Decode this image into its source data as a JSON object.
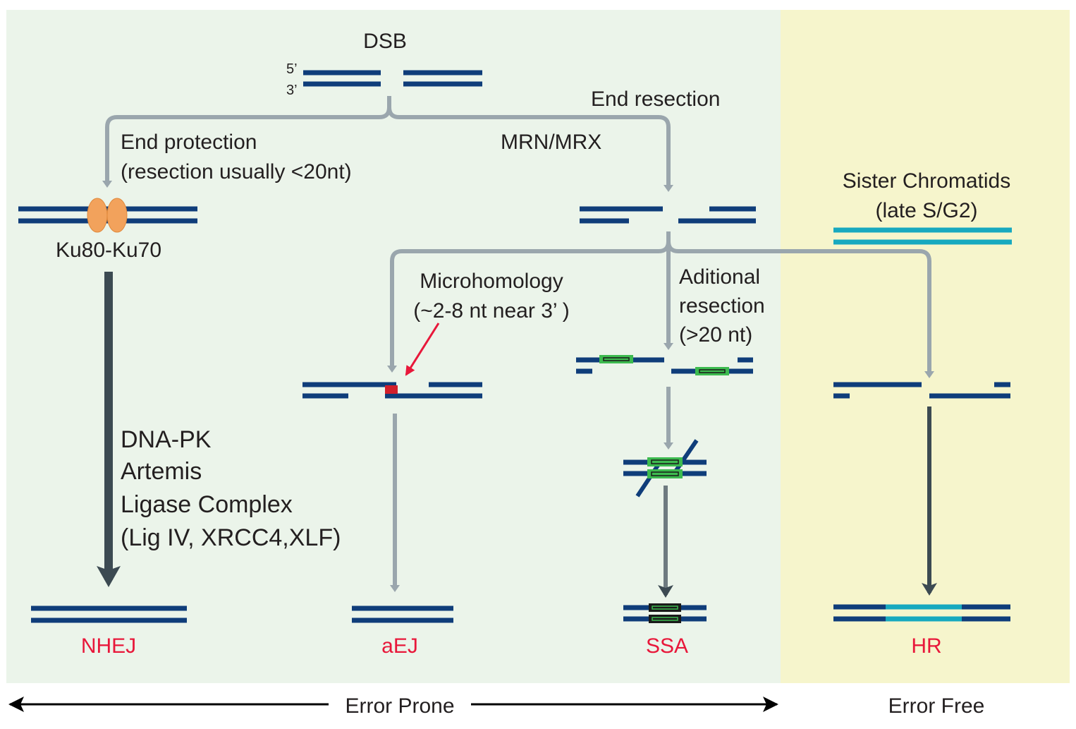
{
  "colors": {
    "prone_bg": "#ebf4ea",
    "free_bg": "#f6f5cc",
    "dna": "#0f3d7a",
    "sister": "#17a9bf",
    "pathway_label": "#e8173a",
    "arrow_light": "#9aa6ad",
    "arrow_dark": "#3c4a52",
    "ku": "#f2a25c",
    "homology": "#3dba4f",
    "microhomology": "#d11f2b"
  },
  "labels": {
    "dsb": "DSB",
    "five_prime": "5’",
    "three_prime": "3’",
    "end_resection": "End resection",
    "end_protection": "End protection",
    "end_protection_sub": "(resection usually <20nt)",
    "mrn": "MRN/MRX",
    "ku": "Ku80-Ku70",
    "sister_chromatids": "Sister Chromatids",
    "late_s_g2": "(late S/G2)",
    "microhomology": "Microhomology",
    "microhomology_sub": "(~2-8 nt near 3’ )",
    "add_resection_1": "Aditional",
    "add_resection_2": "resection",
    "add_resection_3": "(>20 nt)",
    "nhej_factor_1": "DNA-PK",
    "nhej_factor_2": "Artemis",
    "nhej_factor_3": "Ligase Complex",
    "nhej_factor_4": "(Lig IV, XRCC4,XLF)"
  },
  "pathways": {
    "nhej": "NHEJ",
    "aej": "aEJ",
    "ssa": "SSA",
    "hr": "HR"
  },
  "footer": {
    "error_prone": "Error Prone",
    "error_free": "Error Free"
  }
}
